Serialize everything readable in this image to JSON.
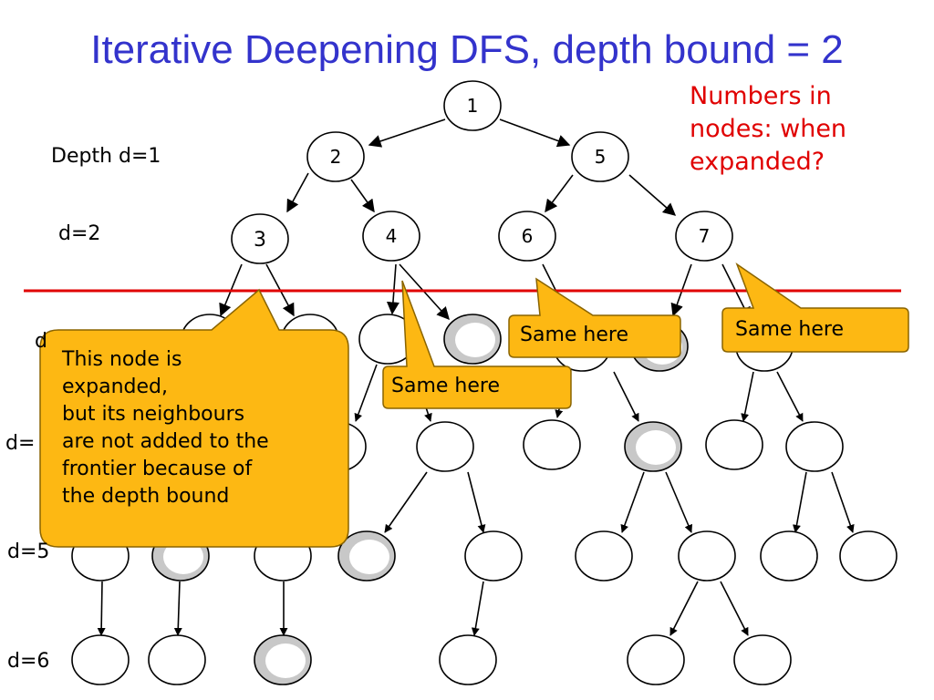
{
  "title": "Iterative Deepening DFS, depth bound = 2",
  "note": [
    "Numbers in",
    "nodes: when",
    "expanded?"
  ],
  "depth_labels": {
    "d1": "Depth d=1",
    "d2": "d=2",
    "d3_partial": "d",
    "d4_partial": "d=",
    "d5": "d=5",
    "d6": "d=6"
  },
  "nodes": {
    "n1": "1",
    "n2": "2",
    "n3": "3",
    "n4": "4",
    "n5": "5",
    "n6": "6",
    "n7": "7"
  },
  "callouts": {
    "main": [
      "This node is",
      "expanded,",
      "but its neighbours",
      "are not added to the",
      "frontier because of",
      "the depth bound"
    ],
    "same1": "Same here",
    "same2": "Same here",
    "same3": "Same here"
  },
  "colors": {
    "title": "#3333cc",
    "note": "#e00000",
    "bound_line": "#e00000",
    "callout_fill": "#fdb813",
    "callout_border": "#8a6400"
  }
}
